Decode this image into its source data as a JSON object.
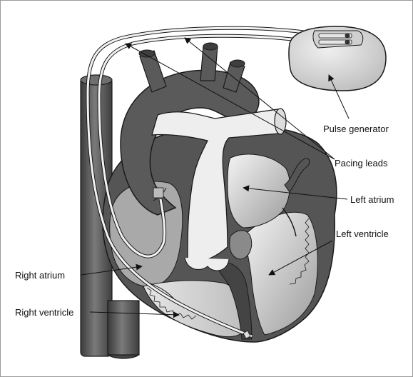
{
  "labels": {
    "pulse_generator": "Pulse generator",
    "pacing_leads": "Pacing leads",
    "left_atrium": "Left atrium",
    "left_ventricle": "Left ventricle",
    "right_atrium": "Right atrium",
    "right_ventricle": "Right ventricle"
  },
  "colors": {
    "background": "#ffffff",
    "dark_tissue": "#555555",
    "mid_tissue": "#8e8e8e",
    "light_tissue": "#d6d6d6",
    "outline": "#1a1a1a",
    "lead_wire": "#f2f2f2"
  }
}
